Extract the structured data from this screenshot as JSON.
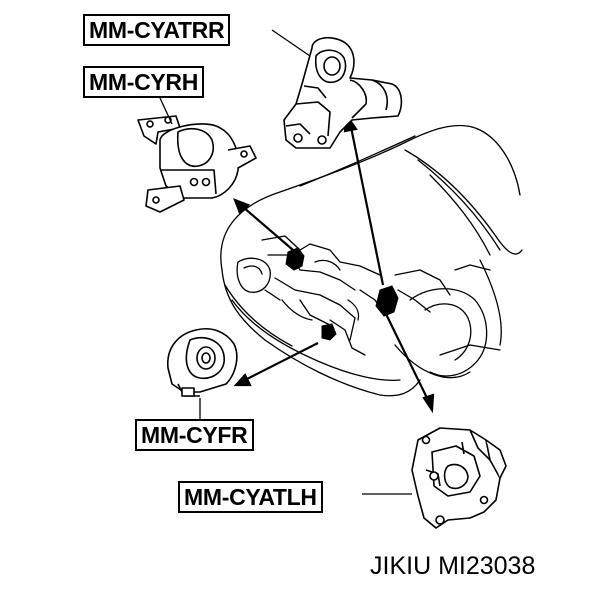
{
  "labels": {
    "rear_mount": "MM-CYATRR",
    "right_mount": "MM-CYRH",
    "front_mount": "MM-CYFR",
    "left_mount": "MM-CYATLH"
  },
  "part_number": "JIKIU MI23038"
}
